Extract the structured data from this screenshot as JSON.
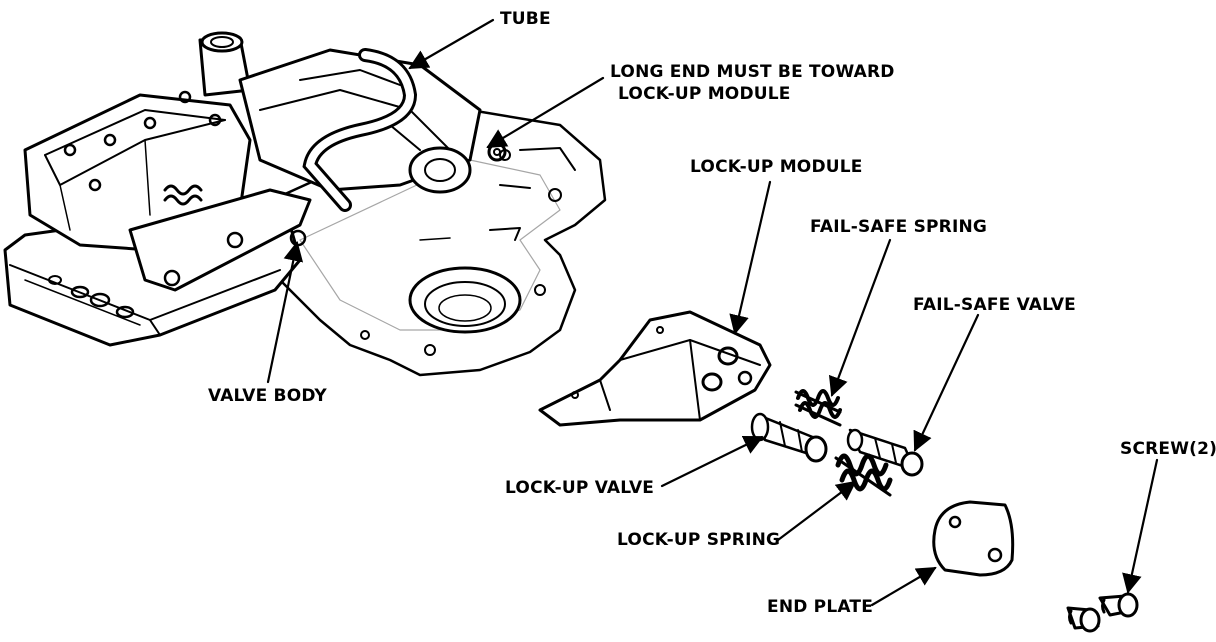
{
  "labels": {
    "tube": "TUBE",
    "long_end_line1": "LONG END MUST BE TOWARD",
    "long_end_line2": "LOCK-UP MODULE",
    "lockup_module": "LOCK-UP MODULE",
    "failsafe_spring": "FAIL-SAFE SPRING",
    "failsafe_valve": "FAIL-SAFE VALVE",
    "valve_body": "VALVE BODY",
    "screw": "SCREW(2)",
    "lockup_valve": "LOCK-UP VALVE",
    "lockup_spring": "LOCK-UP SPRING",
    "end_plate": "END PLATE"
  },
  "colors": {
    "ink": "#000000",
    "paper": "#ffffff"
  }
}
